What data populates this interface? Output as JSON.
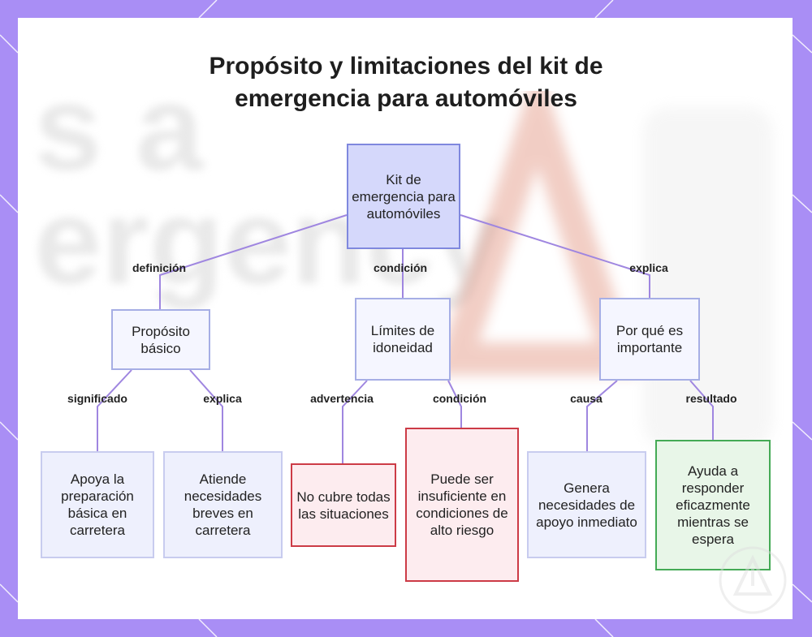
{
  "title": "Propósito y limitaciones del kit de emergencia para automóviles",
  "background_watermark": {
    "words": [
      "s a",
      "ergency"
    ]
  },
  "colors": {
    "frame": "#a98ef5",
    "edge": "#9f86e0",
    "root_fill": "#d5d8fb",
    "warning_border": "#cc3b46",
    "result_border": "#44aa55"
  },
  "nodes": {
    "root": "Kit de emergencia para automóviles",
    "proposito": "Propósito básico",
    "limites": "Límites de idoneidad",
    "importante": "Por qué es importante",
    "apoya": "Apoya la preparación básica en carretera",
    "atiende": "Atiende necesidades breves en carretera",
    "no_cubre": "No cubre todas las situaciones",
    "insuficiente": "Puede ser insuficiente en condiciones de alto riesgo",
    "genera": "Genera necesidades de apoyo inmediato",
    "ayuda": "Ayuda a responder eficazmente mientras se espera"
  },
  "edge_labels": {
    "definicion": "definición",
    "condicion_root": "condición",
    "explica_root": "explica",
    "significado": "significado",
    "explica_proposito": "explica",
    "advertencia": "advertencia",
    "condicion_limites": "condición",
    "causa": "causa",
    "resultado": "resultado"
  }
}
